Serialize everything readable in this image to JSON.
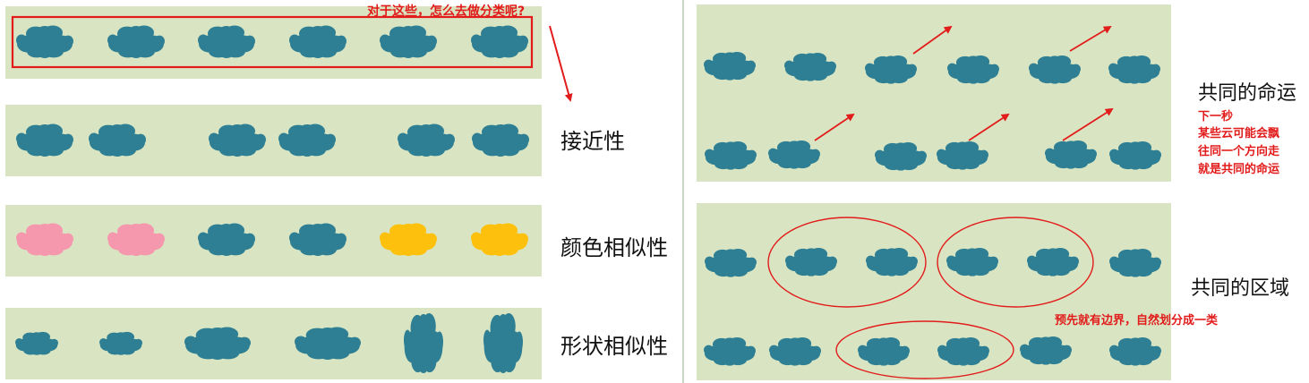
{
  "colors": {
    "panel_bg": "#d9e5c2",
    "cloud_blue": "#2e7f94",
    "cloud_pink": "#f598ad",
    "cloud_yellow": "#fdc00d",
    "annotation_red": "#e21b1b",
    "label_text": "#111111",
    "divider": "#b7c9b0"
  },
  "icons": {
    "cloud": "cloud-icon",
    "arrow": "arrow-icon",
    "group": "group-ellipse"
  },
  "left": {
    "question": "对于这些，怎么去做分类呢?",
    "rows": [
      {
        "label": "",
        "colors": [
          "blue",
          "blue",
          "blue",
          "blue",
          "blue",
          "blue"
        ]
      },
      {
        "label": "接近性",
        "colors": [
          "blue",
          "blue",
          "blue",
          "blue",
          "blue",
          "blue"
        ]
      },
      {
        "label": "颜色相似性",
        "colors": [
          "pink",
          "pink",
          "blue",
          "blue",
          "yellow",
          "yellow"
        ]
      },
      {
        "label": "形状相似性",
        "colors": [
          "blue",
          "blue",
          "blue",
          "blue",
          "blue",
          "blue"
        ]
      }
    ]
  },
  "right": {
    "fate": {
      "title": "共同的命运",
      "note_lines": [
        "下一秒",
        "某些云可能会飘",
        "往同一个方向走",
        "就是共同的命运"
      ]
    },
    "region": {
      "title": "共同的区域",
      "note": "预先就有边界，自然划分成一类"
    }
  }
}
